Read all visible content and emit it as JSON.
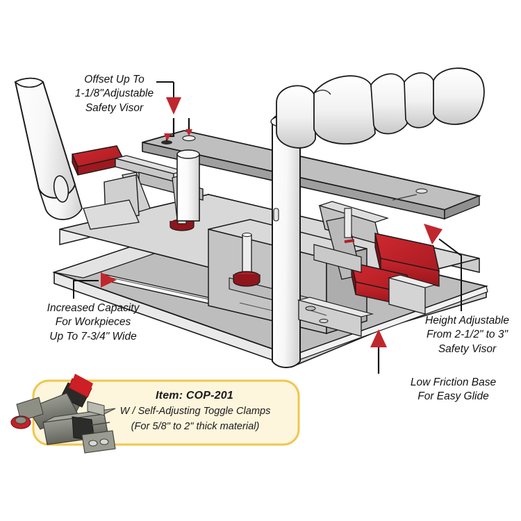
{
  "page": {
    "type": "product-illustration",
    "background_color": "#ffffff",
    "title": "Clamping jig technical illustration with callouts"
  },
  "colors": {
    "arrow_red": "#c0272d",
    "clamp_red": "#b01f26",
    "clamp_red_dark": "#8e161c",
    "body_grey": "#b8b8b8",
    "body_grey_dark": "#9a9a9a",
    "body_grey_light": "#d2d2d2",
    "white_part": "#fefefe",
    "outline": "#1a1a1a",
    "text": "#111111",
    "box_fill": "#fdf5dc",
    "box_border": "#f0c64e",
    "photo_metal": "#8d8e84",
    "photo_metal_dark": "#5f6059",
    "photo_handle_red": "#cc1f26"
  },
  "callouts": [
    {
      "id": "offset",
      "text": "Offset Up To\n1-1/8\"Adjustable\nSafety Visor",
      "arrow": "down",
      "arrow_color": "#c0272d"
    },
    {
      "id": "capacity",
      "text": "Increased Capacity\nFor Workpieces\nUp To 7-3/4\" Wide",
      "arrow": "right",
      "arrow_color": "#c0272d"
    },
    {
      "id": "height",
      "text": "Height Adjustable\nFrom 2-1/2\" to 3\"\nSafety Visor",
      "arrow": "up-left",
      "arrow_color": "#c0272d"
    },
    {
      "id": "friction",
      "text": "Low Friction Base\nFor Easy Glide",
      "arrow": "up",
      "arrow_color": "#c0272d"
    }
  ],
  "labels": {
    "offset": "Offset Up To\n1-1/8\"Adjustable\nSafety Visor",
    "capacity": "Increased Capacity\nFor Workpieces\nUp To 7-3/4\" Wide",
    "height": "Height Adjustable\nFrom 2-1/2\" to 3\"\nSafety Visor",
    "friction": "Low Friction Base\nFor Easy Glide"
  },
  "product_box": {
    "item_label": "Item: COP-201",
    "line_1": "W / Self-Adjusting Toggle Clamps",
    "line_2": "(For 5/8\" to 2\" thick material)",
    "fill": "#fdf5dc",
    "border": "#f0c64e"
  },
  "inset_photo": {
    "name": "toggle-clamp-photo",
    "description": "Self-adjusting toggle clamp with red handle and red spindle pad"
  },
  "parts": [
    {
      "name": "left-handle",
      "color": "#fefefe"
    },
    {
      "name": "right-handle-grip",
      "color": "#fefefe"
    },
    {
      "name": "vertical-post",
      "color": "#fefefe"
    },
    {
      "name": "safety-visor-plate",
      "color": "#b8b8b8"
    },
    {
      "name": "base-plate",
      "color": "#b8b8b8"
    },
    {
      "name": "left-toggle-clamp",
      "color": "#b01f26"
    },
    {
      "name": "right-toggle-clamp",
      "color": "#b01f26"
    },
    {
      "name": "center-spindle-pad",
      "color": "#b01f26"
    }
  ]
}
